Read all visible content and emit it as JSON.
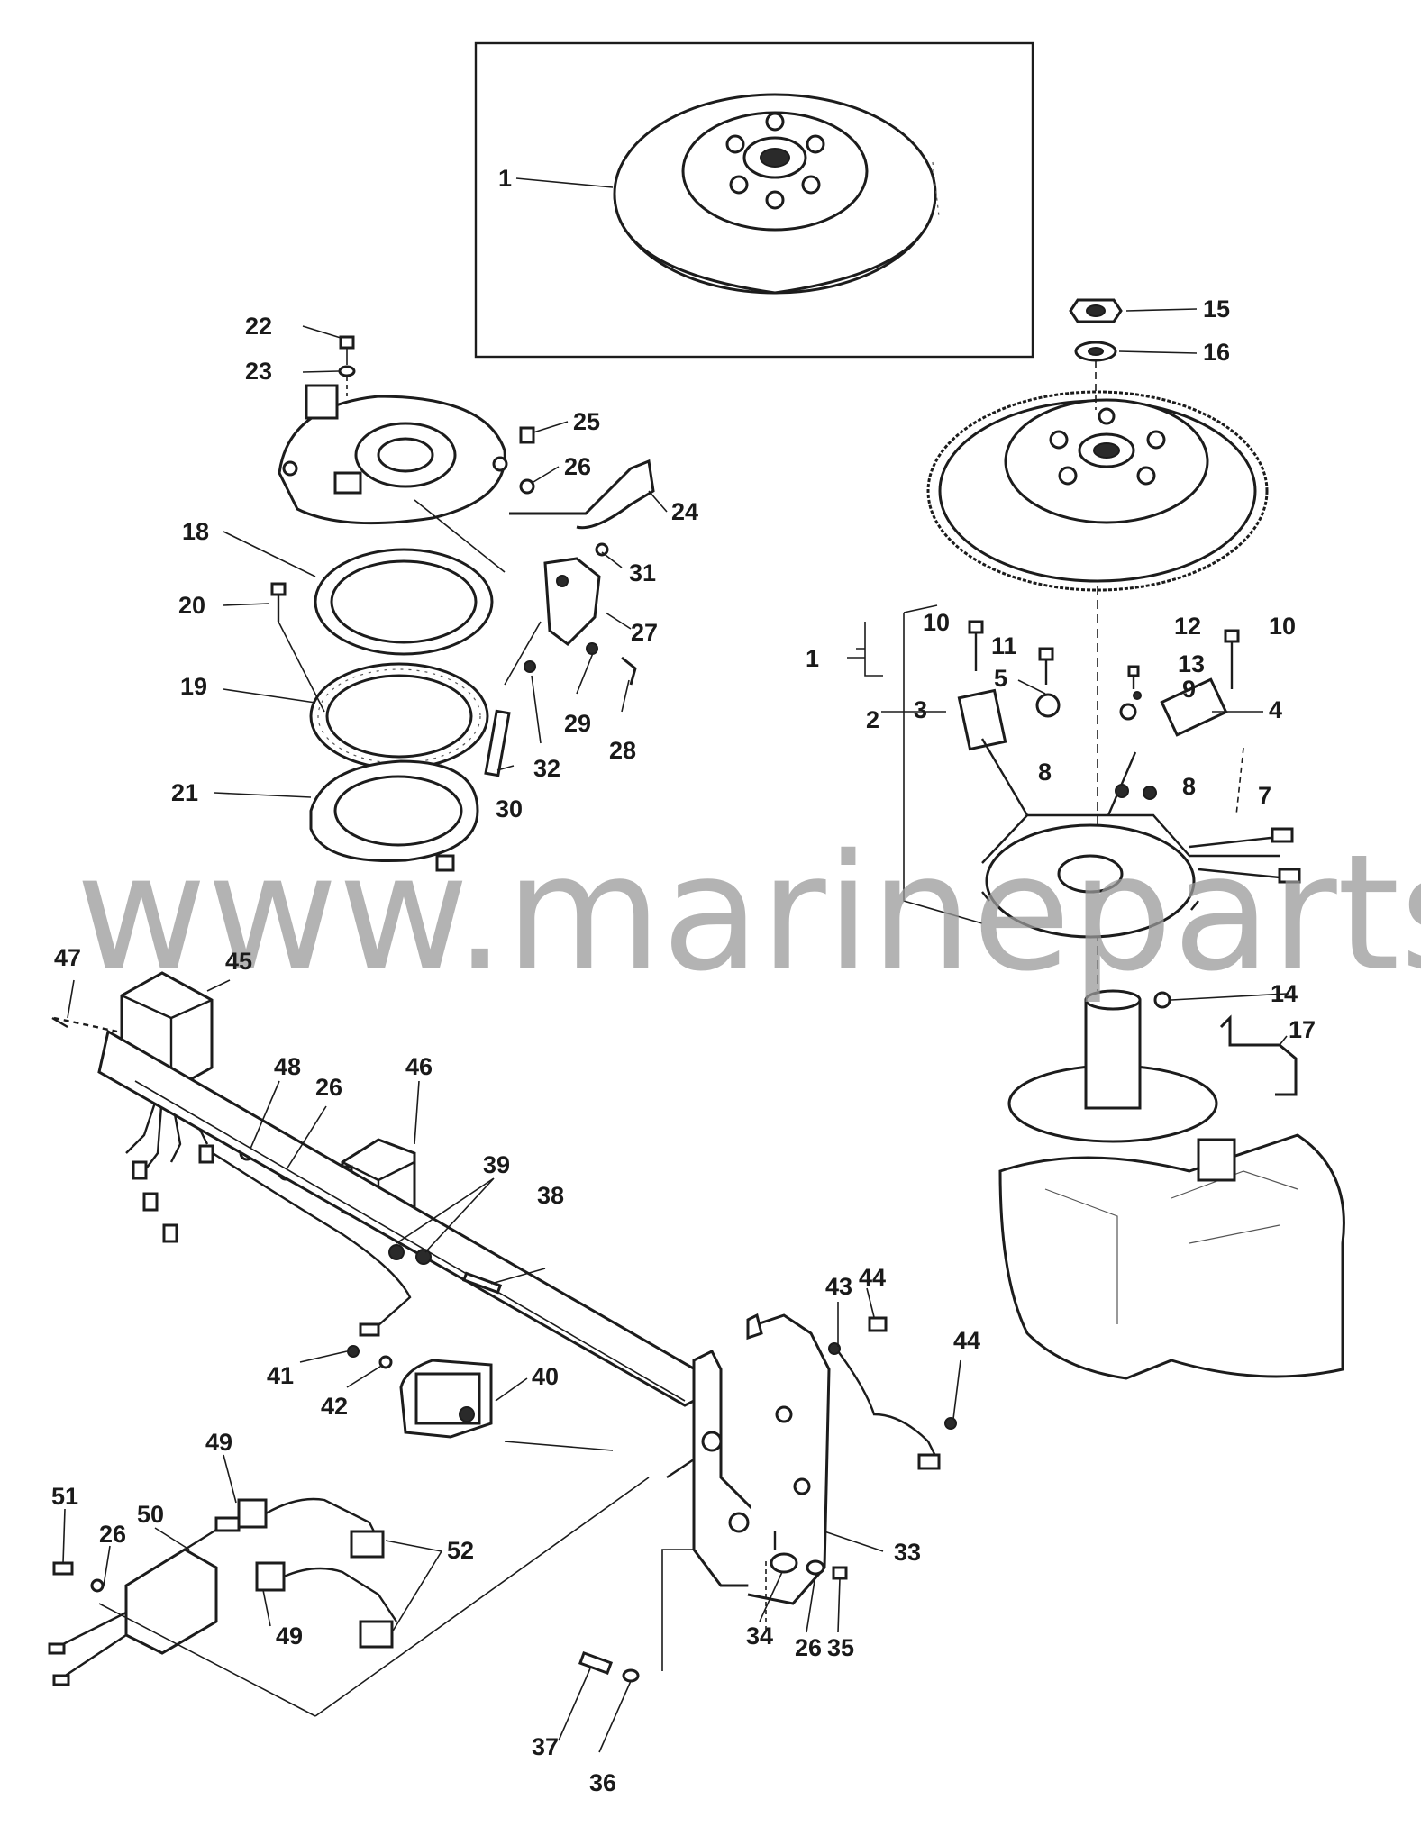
{
  "watermark": "www.marineparts.eu",
  "labels": {
    "p1_inset": "1",
    "p1": "1",
    "p2": "2",
    "p3": "3",
    "p4": "4",
    "p5": "5",
    "p7": "7",
    "p8a": "8",
    "p8b": "8",
    "p9": "9",
    "p10a": "10",
    "p10b": "10",
    "p11": "11",
    "p12": "12",
    "p13": "13",
    "p14": "14",
    "p15": "15",
    "p16": "16",
    "p17": "17",
    "p18": "18",
    "p19": "19",
    "p20": "20",
    "p21": "21",
    "p22": "22",
    "p23": "23",
    "p24": "24",
    "p25": "25",
    "p26a": "26",
    "p26b": "26",
    "p26c": "26",
    "p26d": "26",
    "p27": "27",
    "p28": "28",
    "p29": "29",
    "p30": "30",
    "p31": "31",
    "p32": "32",
    "p33": "33",
    "p34": "34",
    "p35": "35",
    "p36": "36",
    "p37": "37",
    "p38": "38",
    "p39": "39",
    "p40": "40",
    "p41": "41",
    "p42": "42",
    "p43": "43",
    "p44a": "44",
    "p44b": "44",
    "p45": "45",
    "p46": "46",
    "p47": "47",
    "p48": "48",
    "p49a": "49",
    "p49b": "49",
    "p50": "50",
    "p51": "51",
    "p52": "52"
  }
}
